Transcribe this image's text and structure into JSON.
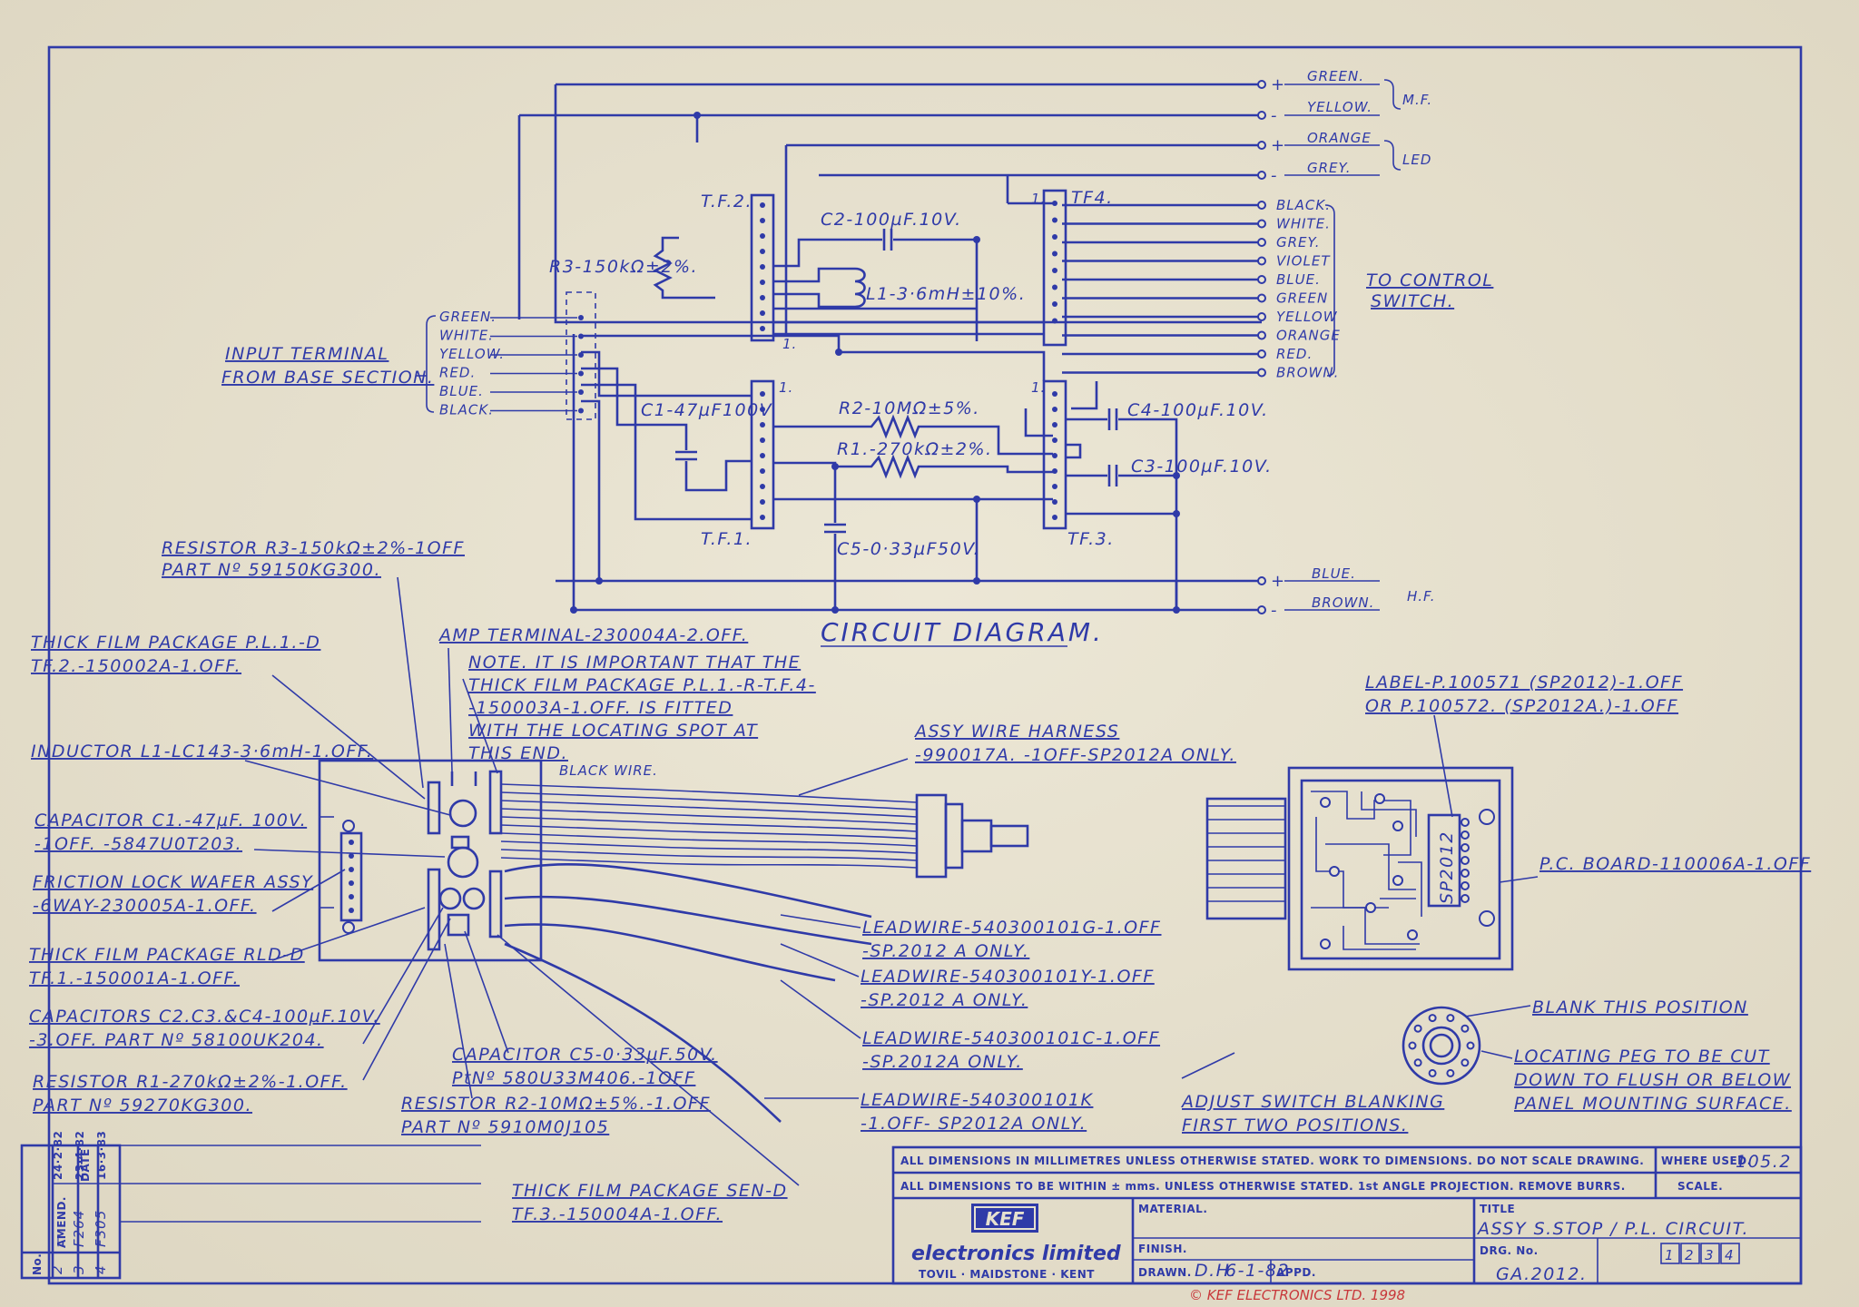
{
  "title": "CIRCUIT DIAGRAM.",
  "outputs": {
    "mf": {
      "label": "M.F.",
      "wires": [
        "GREEN.",
        "YELLOW."
      ]
    },
    "led": {
      "label": "LED",
      "wires": [
        "ORANGE",
        "GREY."
      ]
    },
    "hf": {
      "label": "H.F.",
      "wires": [
        "BLUE.",
        "BROWN."
      ]
    }
  },
  "control_switch": {
    "label_line1": "TO CONTROL",
    "label_line2": "SWITCH.",
    "wires": [
      "BLACK.",
      "WHITE.",
      "GREY.",
      "VIOLET",
      "BLUE.",
      "GREEN",
      "YELLOW",
      "ORANGE",
      "RED.",
      "BROWN."
    ]
  },
  "input_terminal": {
    "label_line1": "INPUT TERMINAL",
    "label_line2": "FROM BASE SECTION.",
    "wires": [
      "GREEN.",
      "WHITE.",
      "YELLOW.",
      "RED.",
      "BLUE.",
      "BLACK."
    ]
  },
  "packages": {
    "tf1": "T.F.1.",
    "tf2": "T.F.2.",
    "tf3": "TF.3.",
    "tf4": "TF4.",
    "pin1": "1."
  },
  "components": {
    "r3": "R3-150kΩ±2%.",
    "c2": "C2-100µF.10V.",
    "l1": "L1-3·6mH±10%.",
    "c1": "C1-47µF100V",
    "r2": "R2-10MΩ±5%.",
    "r1": "R1.-270kΩ±2%.",
    "c4": "C4-100µF.10V.",
    "c3": "C3-100µF.10V.",
    "c5": "C5-0·33µF50V."
  },
  "notes": {
    "resistor_r3": [
      "RESISTOR R3-150kΩ±2%-1OFF",
      "PART Nº 59150KG300."
    ],
    "tf2_pkg": [
      "THICK FILM PACKAGE P.L.1.-D",
      "TF.2.-150002A-1.OFF."
    ],
    "amp_terminal": "AMP TERMINAL-230004A-2.OFF.",
    "note": [
      "NOTE. IT IS IMPORTANT THAT THE",
      "THICK FILM PACKAGE P.L.1.-R-T.F.4-",
      "-150003A-1.OFF. IS FITTED",
      "WITH THE LOCATING SPOT AT",
      "THIS END."
    ],
    "black_wire": "BLACK WIRE.",
    "inductor": "INDUCTOR L1-LC143-3·6mH-1.OFF.",
    "c1_note": [
      "CAPACITOR C1.-47µF. 100V.",
      "-1OFF. -5847U0T203."
    ],
    "friction": [
      "FRICTION LOCK WAFER ASSY",
      "-6WAY-230005A-1.OFF."
    ],
    "tf1_pkg": [
      "THICK FILM PACKAGE RLD-D",
      "TF.1.-150001A-1.OFF."
    ],
    "caps_note": [
      "CAPACITORS C2.C3.&C4-100µF.10V.",
      "-3.OFF. PART Nº 58100UK204."
    ],
    "r1_note": [
      "RESISTOR R1-270kΩ±2%-1.OFF.",
      "PART Nº 59270KG300."
    ],
    "c5_note": [
      "CAPACITOR C5-0·33µF.50V.",
      "PtNº 580U33M406.-1OFF"
    ],
    "r2_note": [
      "RESISTOR R2-10MΩ±5%.-1.OFF",
      "PART Nº 5910M0J105"
    ],
    "tf3_pkg": [
      "THICK FILM PACKAGE SEN-D",
      "TF.3.-150004A-1.OFF."
    ],
    "harness": [
      "ASSY WIRE HARNESS",
      "-990017A. -1OFF-SP2012A ONLY."
    ],
    "lead_g": [
      "LEADWIRE-540300101G-1.OFF",
      "-SP.2012 A ONLY."
    ],
    "lead_y": [
      "LEADWIRE-540300101Y-1.OFF",
      "-SP.2012 A ONLY."
    ],
    "lead_c": [
      "LEADWIRE-540300101C-1.OFF",
      "-SP.2012A ONLY."
    ],
    "lead_k": [
      "LEADWIRE-540300101K",
      "-1.OFF- SP2012A ONLY."
    ],
    "adjust": [
      "ADJUST SWITCH BLANKING",
      "FIRST TWO POSITIONS."
    ],
    "label_note": [
      "LABEL-P.100571 (SP2012)-1.OFF",
      "OR P.100572. (SP2012A.)-1.OFF"
    ],
    "pc_board": "P.C. BOARD-110006A-1.OFF",
    "pcb_marking": "SP2012",
    "blank": "BLANK THIS POSITION",
    "locating": [
      "LOCATING PEG TO BE CUT",
      "DOWN TO FLUSH OR BELOW",
      "PANEL MOUNTING SURFACE."
    ]
  },
  "title_block": {
    "row1": "ALL DIMENSIONS IN MILLIMETRES UNLESS OTHERWISE STATED.  WORK TO DIMENSIONS.  DO NOT SCALE DRAWING.",
    "where_used_label": "WHERE USED.",
    "where_used": "105.2",
    "row2": "ALL DIMENSIONS TO BE WITHIN ±   mms. UNLESS OTHERWISE STATED.  1st ANGLE PROJECTION. REMOVE BURRS.",
    "scale_label": "SCALE.",
    "material_label": "MATERIAL.",
    "title_label": "TITLE",
    "title": "ASSY S.STOP / P.L. CIRCUIT.",
    "finish_label": "FINISH.",
    "drg_label": "DRG. No.",
    "drg_no": "GA.2012.",
    "sheet_marks": [
      "1",
      "2",
      "3",
      "4"
    ],
    "drawn_label": "DRAWN.",
    "drawn_by": "D.H.",
    "drawn_date": "6-1-82",
    "appd_label": "APPD.",
    "logo": "KEF",
    "company": "electronics  limited",
    "address": "TOVIL · MAIDSTONE · KENT",
    "copyright": "© KEF ELECTRONICS LTD. 1998"
  },
  "amend_table": {
    "headers": [
      "No.",
      "AMEND.",
      "DATE"
    ],
    "rows": [
      {
        "no": "2",
        "amend": "—",
        "date": "24·2·82"
      },
      {
        "no": "3",
        "amend": "F264",
        "date": "23·4·82"
      },
      {
        "no": "4",
        "amend": "F305",
        "date": "16·3·83"
      }
    ]
  },
  "colors": {
    "paper": "#e6e1cf",
    "ink": "#2f3aa8",
    "stamp": "#c8373a"
  }
}
